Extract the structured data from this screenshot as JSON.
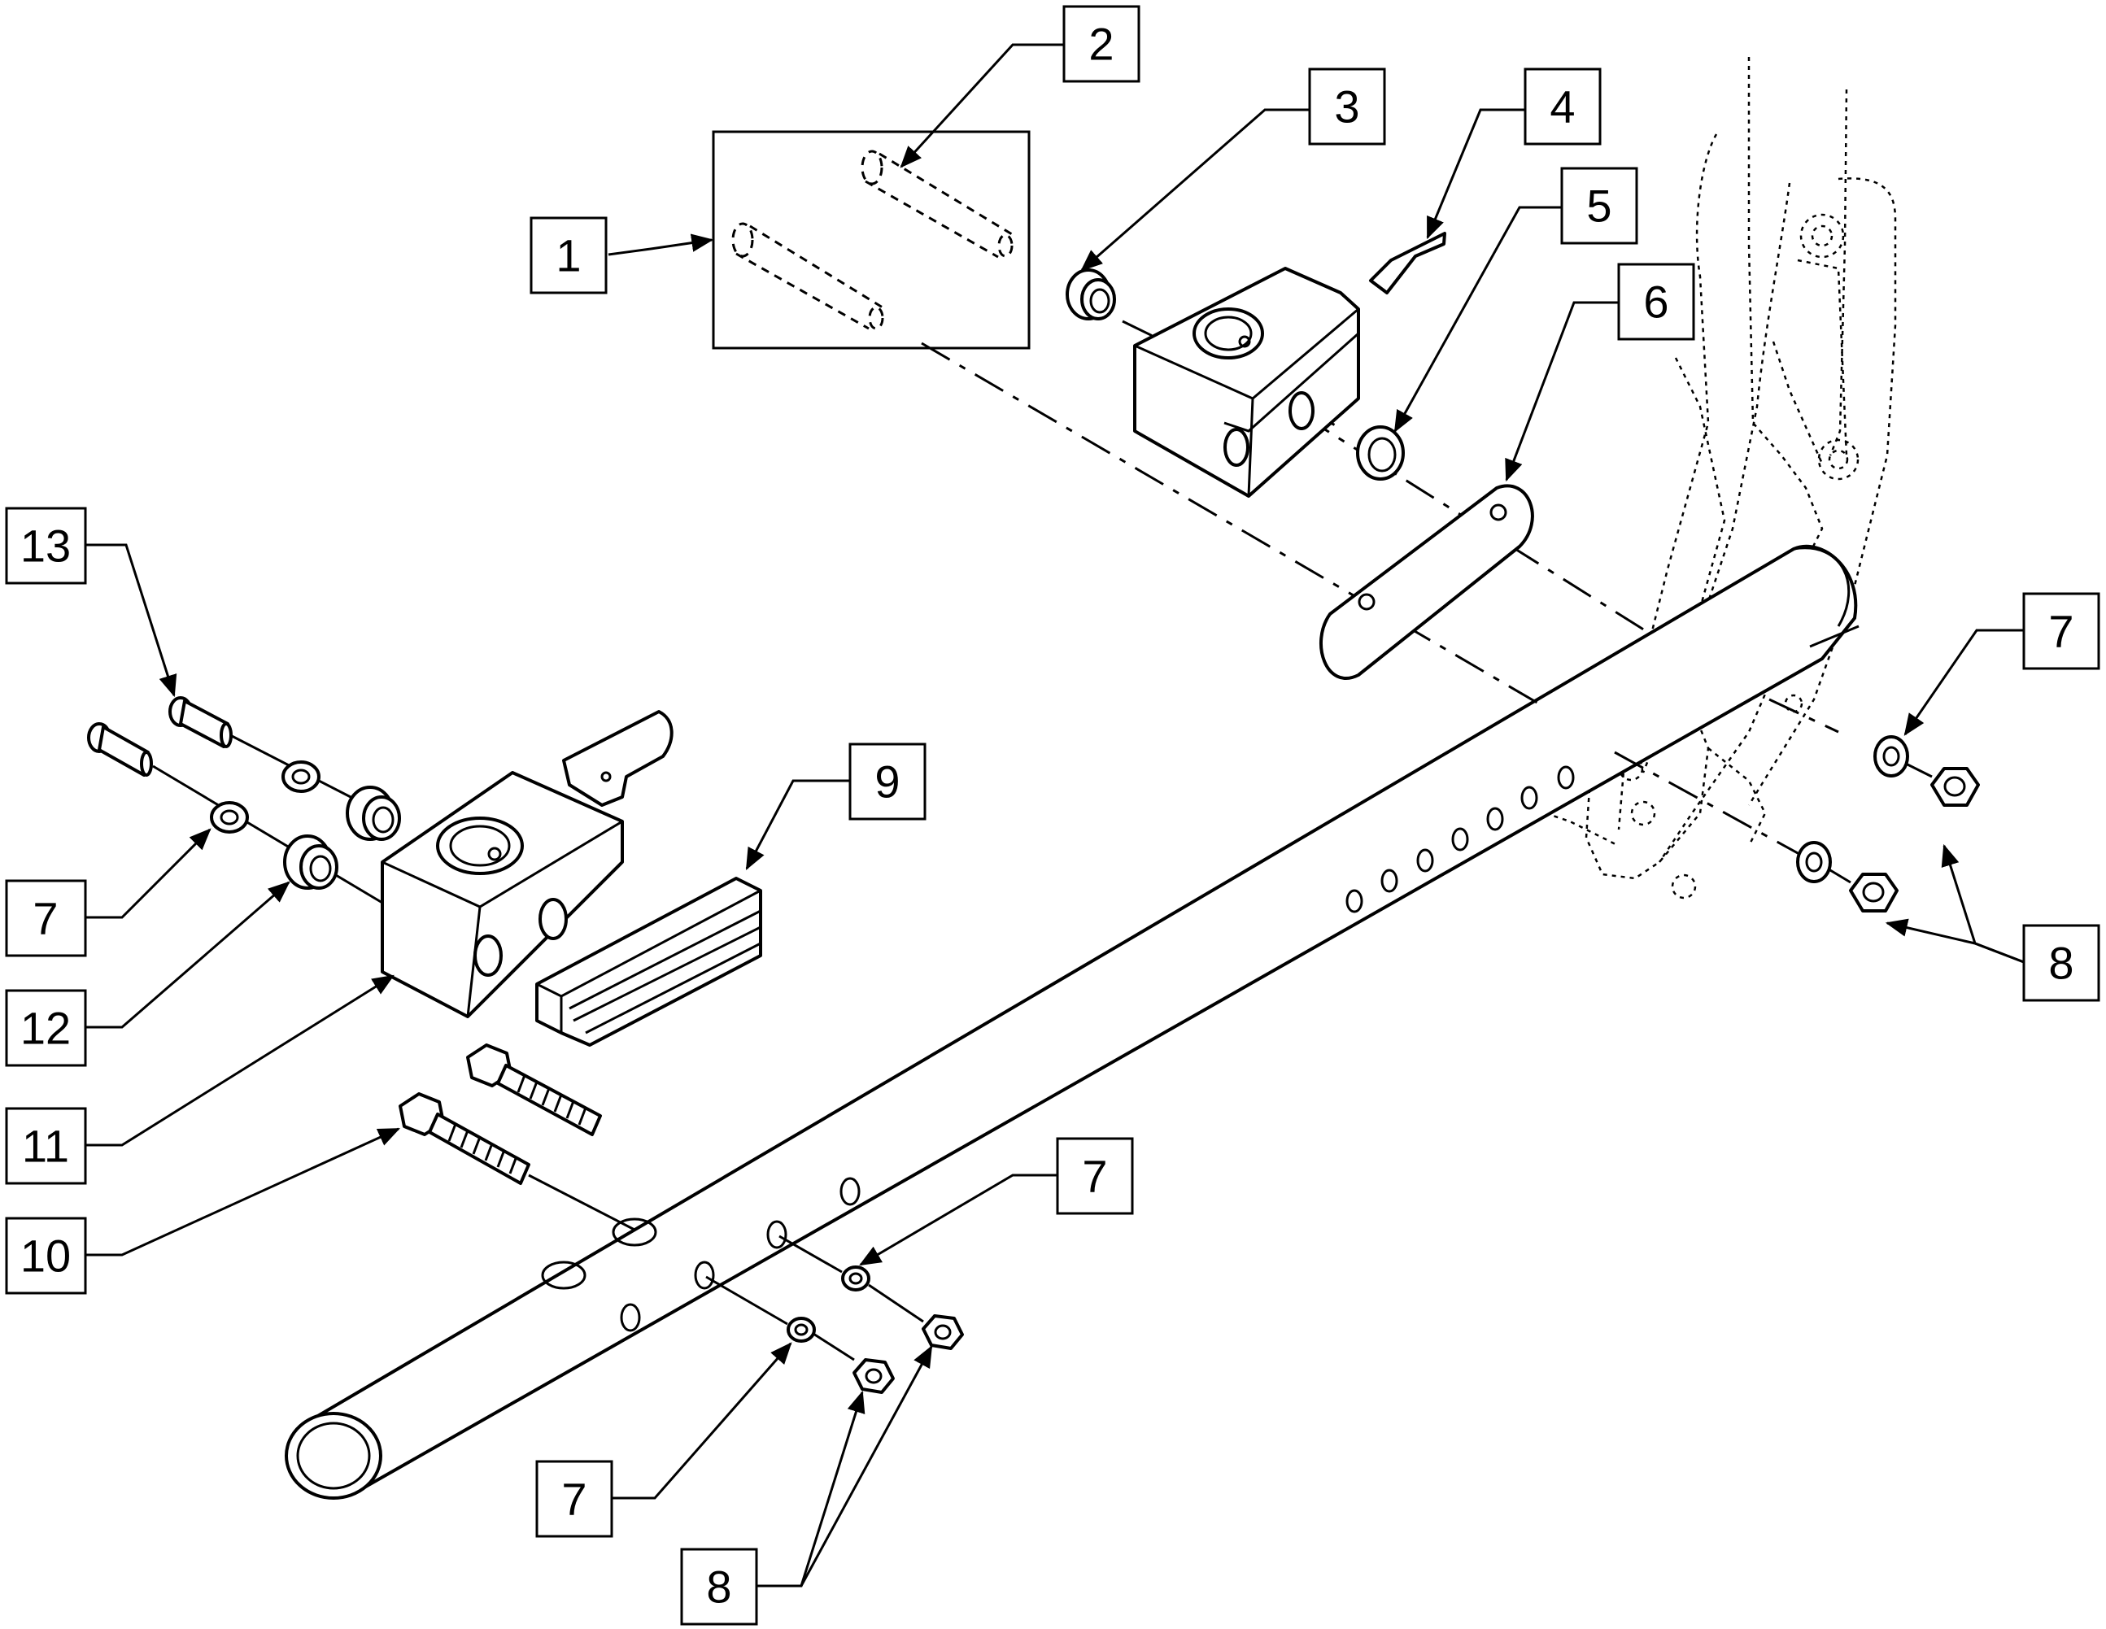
{
  "callouts": {
    "c1": "1",
    "c2": "2",
    "c3": "3",
    "c4": "4",
    "c5": "5",
    "c6": "6",
    "c7a": "7",
    "c7b": "7",
    "c7c": "7",
    "c7d": "7",
    "c8a": "8",
    "c8b": "8",
    "c9": "9",
    "c10": "10",
    "c11": "11",
    "c12": "12",
    "c13": "13"
  },
  "colors": {
    "line": "#000000",
    "background": "#ffffff"
  }
}
